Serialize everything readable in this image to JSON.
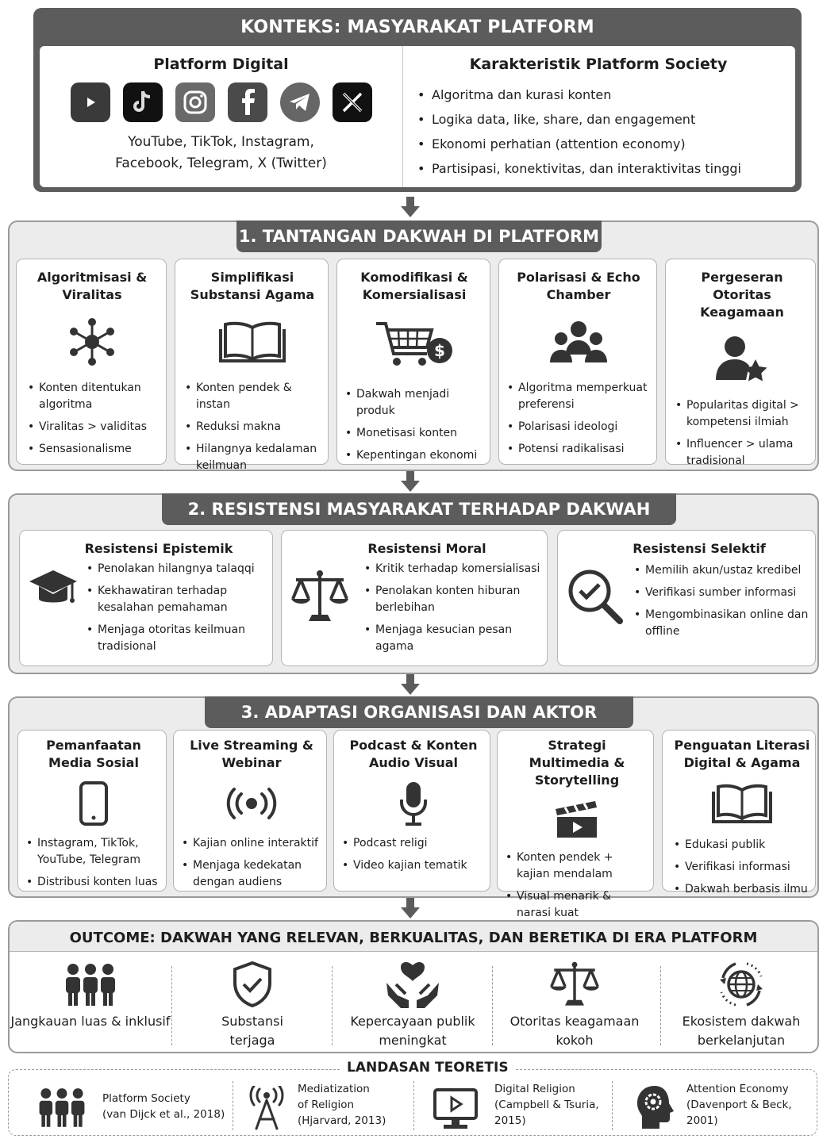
{
  "context": {
    "title": "KONTEKS: MASYARAKAT PLATFORM",
    "left_heading": "Platform Digital",
    "platform_icons": [
      "youtube-icon",
      "tiktok-icon",
      "instagram-icon",
      "facebook-icon",
      "telegram-icon",
      "x-icon"
    ],
    "platforms_line1": "YouTube, TikTok, Instagram,",
    "platforms_line2": "Facebook, Telegram, X (Twitter)",
    "right_heading": "Karakteristik Platform Society",
    "characteristics": [
      "Algoritma dan kurasi konten",
      "Logika data, like, share, dan engagement",
      "Ekonomi perhatian (attention economy)",
      "Partisipasi, konektivitas, dan interaktivitas tinggi"
    ]
  },
  "challenges": {
    "title": "1. TANTANGAN DAKWAH DI PLATFORM",
    "cards": [
      {
        "title": "Algoritmisasi & Viralitas",
        "icon": "network-icon",
        "items": [
          "Konten ditentukan algoritma",
          "Viralitas > validitas",
          "Sensasionalisme"
        ]
      },
      {
        "title": "Simplifikasi Substansi Agama",
        "icon": "open-book-icon",
        "items": [
          "Konten pendek & instan",
          "Reduksi makna",
          "Hilangnya kedalaman keilmuan"
        ]
      },
      {
        "title": "Komodifikasi & Komersialisasi",
        "icon": "shopping-cart-dollar-icon",
        "items": [
          "Dakwah menjadi produk",
          "Monetisasi konten",
          "Kepentingan ekonomi"
        ]
      },
      {
        "title": "Polarisasi & Echo Chamber",
        "icon": "group-icon",
        "items": [
          "Algoritma memperkuat preferensi",
          "Polarisasi ideologi",
          "Potensi radikalisasi"
        ]
      },
      {
        "title": "Pergeseran Otoritas Keagamaan",
        "icon": "user-star-icon",
        "items": [
          "Popularitas digital > kompetensi ilmiah",
          "Influencer > ulama tradisional"
        ]
      }
    ]
  },
  "resistance": {
    "title": "2. RESISTENSI MASYARAKAT TERHADAP DAKWAH DIGITAL",
    "cards": [
      {
        "title": "Resistensi Epistemik",
        "icon": "graduation-cap-icon",
        "items": [
          "Penolakan hilangnya talaqqi",
          "Kekhawatiran terhadap kesalahan pemahaman",
          "Menjaga otoritas keilmuan tradisional"
        ]
      },
      {
        "title": "Resistensi Moral",
        "icon": "scales-icon",
        "items": [
          "Kritik terhadap komersialisasi",
          "Penolakan konten hiburan berlebihan",
          "Menjaga kesucian pesan agama"
        ]
      },
      {
        "title": "Resistensi Selektif",
        "icon": "magnifier-check-icon",
        "items": [
          "Memilih akun/ustaz kredibel",
          "Verifikasi sumber informasi",
          "Mengombinasikan online dan offline"
        ]
      }
    ]
  },
  "adaptation": {
    "title": "3. ADAPTASI ORGANISASI DAN AKTOR DAKWAH",
    "cards": [
      {
        "title": "Pemanfaatan Media Sosial",
        "icon": "smartphone-icon",
        "items": [
          "Instagram, TikTok, YouTube, Telegram",
          "Distribusi konten luas"
        ]
      },
      {
        "title": "Live Streaming & Webinar",
        "icon": "broadcast-icon",
        "items": [
          "Kajian online interaktif",
          "Menjaga kedekatan dengan audiens"
        ]
      },
      {
        "title": "Podcast & Konten Audio Visual",
        "icon": "microphone-icon",
        "items": [
          "Podcast religi",
          "Video kajian tematik"
        ]
      },
      {
        "title": "Strategi Multimedia & Storytelling",
        "icon": "clapperboard-icon",
        "items": [
          "Konten pendek + kajian mendalam",
          "Visual menarik & narasi kuat"
        ]
      },
      {
        "title": "Penguatan Literasi Digital & Agama",
        "icon": "book-icon",
        "items": [
          "Edukasi publik",
          "Verifikasi informasi",
          "Dakwah berbasis ilmu"
        ]
      }
    ]
  },
  "outcome": {
    "title": "OUTCOME: DAKWAH YANG RELEVAN, BERKUALITAS, DAN BERETIKA DI ERA PLATFORM",
    "items": [
      {
        "label": "Jangkauan luas & inklusif",
        "icon": "people-group-icon"
      },
      {
        "label": "Substansi terjaga",
        "icon": "shield-check-icon"
      },
      {
        "label": "Kepercayaan publik meningkat",
        "icon": "hands-heart-icon"
      },
      {
        "label": "Otoritas keagamaan kokoh",
        "icon": "scales-icon"
      },
      {
        "label": "Ekosistem dakwah berkelanjutan",
        "icon": "globe-cycle-icon"
      }
    ]
  },
  "theory": {
    "title": "LANDASAN TEORETIS",
    "refs": [
      {
        "line1": "Platform Society",
        "line2": "(van Dijck et al., 2018)",
        "line3": "",
        "icon": "people-group-icon"
      },
      {
        "line1": "Mediatization",
        "line2": "of Religion",
        "line3": "(Hjarvard, 2013)",
        "icon": "antenna-icon"
      },
      {
        "line1": "Digital Religion",
        "line2": "(Campbell & Tsuria,",
        "line3": "2015)",
        "icon": "monitor-play-icon"
      },
      {
        "line1": "Attention Economy",
        "line2": "(Davenport & Beck,",
        "line3": "2001)",
        "icon": "head-gear-icon"
      }
    ]
  }
}
